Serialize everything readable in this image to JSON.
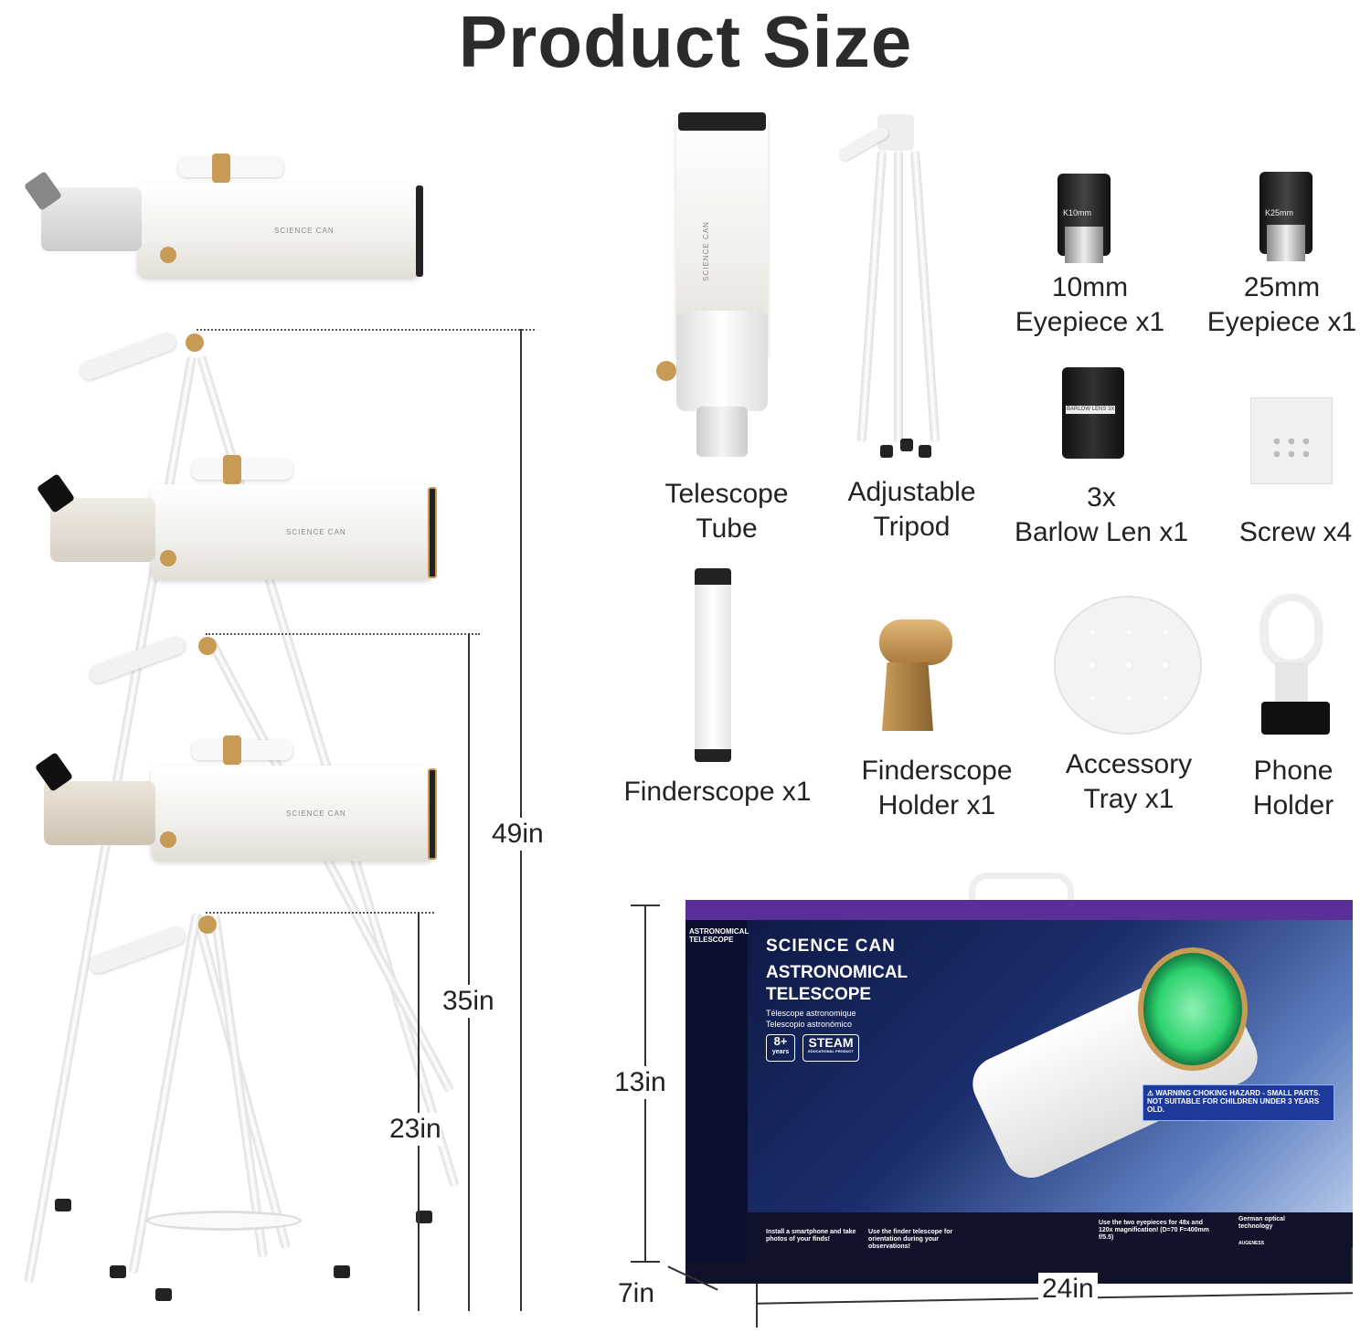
{
  "title": "Product Size",
  "heights": {
    "max": "49in",
    "mid": "35in",
    "min": "23in"
  },
  "brand": "SCIENCE CAN",
  "components": [
    {
      "label": "Telescope\nTube"
    },
    {
      "label": "Adjustable\nTripod"
    },
    {
      "label": "10mm\nEyepiece x1",
      "marking": "K10mm"
    },
    {
      "label": "25mm\nEyepiece x1",
      "marking": "K25mm"
    },
    {
      "label": "3x\nBarlow Len x1",
      "marking": "BARLOW LENS 3X"
    },
    {
      "label": "Screw x4"
    },
    {
      "label": "Finderscope x1"
    },
    {
      "label": "Finderscope\nHolder x1"
    },
    {
      "label": "Accessory\nTray x1"
    },
    {
      "label": "Phone\nHolder"
    }
  ],
  "box_dims": {
    "height": "13in",
    "depth": "7in",
    "width": "24in"
  },
  "box": {
    "brand": "SCIENCE CAN",
    "title1": "ASTRONOMICAL",
    "title2": "TELESCOPE",
    "subtitle1": "Télescope astronomique",
    "subtitle2": "Telescopio astronómico",
    "age": "8+",
    "age_unit": "years",
    "steam": "STEAM",
    "steam_sub": "EDUCATIONAL PRODUCT",
    "warning": "⚠ WARNING CHOKING HAZARD - SMALL PARTS. NOT SUITABLE FOR CHILDREN UNDER 3 YEARS OLD.",
    "feature1": "Install a smartphone and take photos of your finds!",
    "feature2": "Use the finder telescope for orientation during your observations!",
    "feature3": "Use the two eyepieces for 48x and 120x magnification! (D=70 F=400mm f/5.5)",
    "feature4": "German optical technology",
    "feature4_sub": "AUGENESS",
    "side_title": "ASTRONOMICAL TELESCOPE"
  },
  "colors": {
    "gold": "#c89b55",
    "box_purple": "#5b2f9a",
    "box_navy": "#10122a",
    "lens_green": "#2fd36e"
  }
}
